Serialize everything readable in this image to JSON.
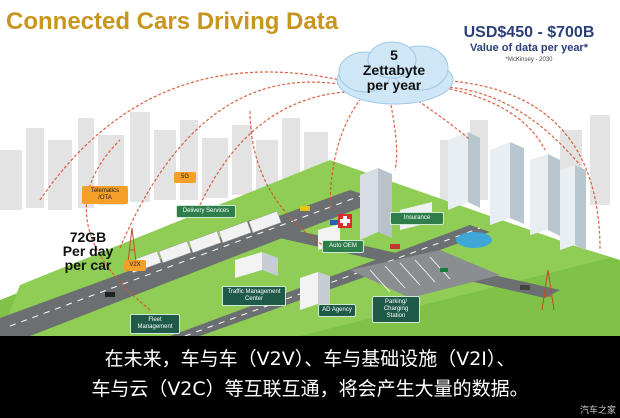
{
  "title": "Connected Cars Driving Data",
  "money": {
    "range": "USD$450 - $700B",
    "subtitle": "Value of data per year*",
    "source": "*McKinsey - 2030"
  },
  "cloud": {
    "line1": "5",
    "line2": "Zettabyte",
    "line3": "per year"
  },
  "per_car": {
    "line1": "72GB",
    "line2": "Per day",
    "line3": "per car"
  },
  "labels": {
    "telematics": "Telematics /OTA",
    "fiveg": "5G",
    "delivery": "Delivery Services",
    "v2x": "V2X",
    "insurance": "Insurance",
    "auto_oem": "Auto OEM",
    "traffic": "Traffic Management Center",
    "fleet": "Fleet Management",
    "ad_agency": "AD Agency",
    "parking": "Parking/ Charging Station"
  },
  "caption": {
    "line1": "在未来，车与车（V2V）、车与基础设施（V2I）、",
    "line2": "车与云（V2C）等互联互通，将会产生大量的数据。"
  },
  "watermark": "汽车之家",
  "colors": {
    "title": "#c8961e",
    "money": "#2a3f7a",
    "arc": "#d9502e",
    "grass": "#7fc247",
    "road": "#6b6f72"
  }
}
